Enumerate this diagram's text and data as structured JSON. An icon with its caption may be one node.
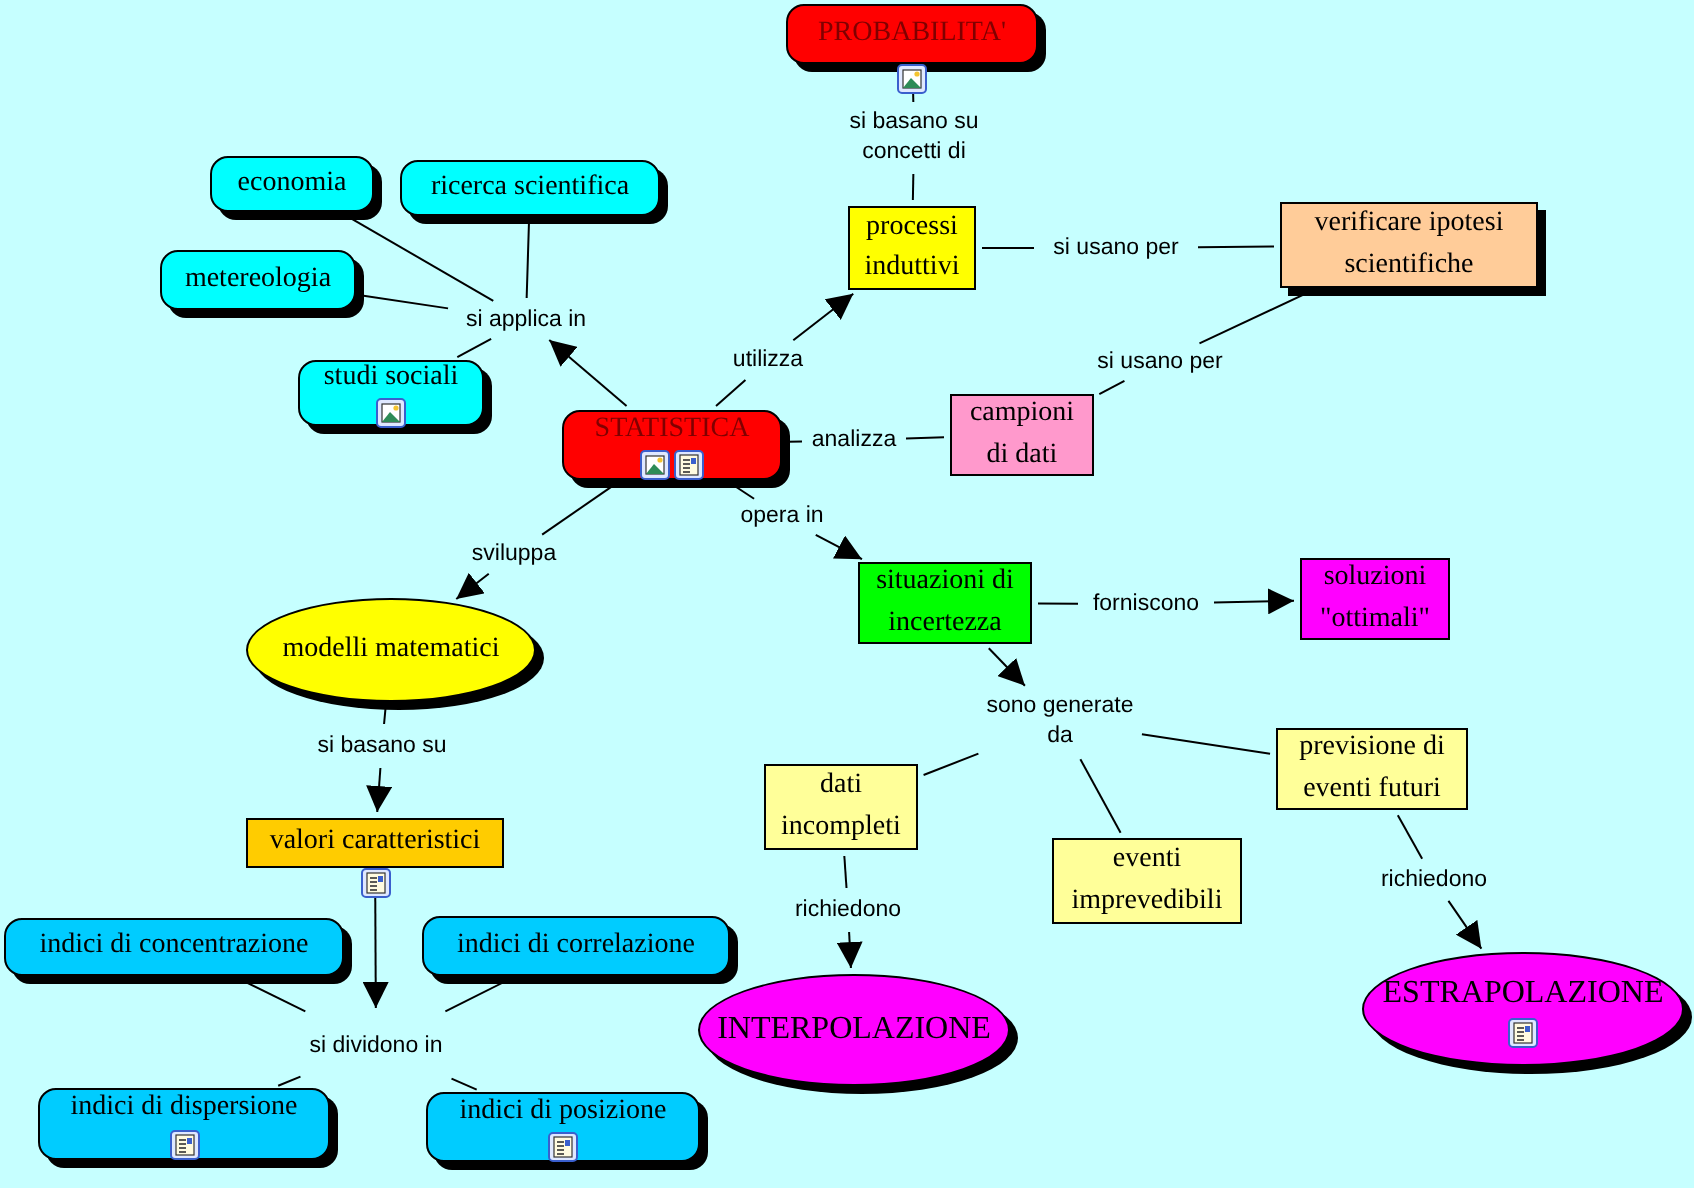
{
  "diagram": {
    "nodes": [
      {
        "text": [
          "STATISTICA"
        ]
      },
      {
        "text": [
          "PROBABILITA'"
        ]
      },
      {
        "text": [
          "economia"
        ]
      },
      {
        "text": [
          "ricerca scientifica"
        ]
      },
      {
        "text": [
          "metereologia"
        ]
      },
      {
        "text": [
          "studi sociali"
        ]
      },
      {
        "text": [
          "si applica in"
        ]
      },
      {
        "text": [
          "utilizza"
        ]
      },
      {
        "text": [
          "processi induttivi"
        ]
      },
      {
        "text": [
          "si basano su concetti di"
        ]
      },
      {
        "text": [
          "si usano per"
        ]
      },
      {
        "text": [
          "verificare ipotesi scientifiche"
        ]
      },
      {
        "text": [
          "si usano per"
        ]
      },
      {
        "text": [
          "campioni di dati"
        ]
      },
      {
        "text": [
          "analizza"
        ]
      },
      {
        "text": [
          "opera in"
        ]
      },
      {
        "text": [
          "situazioni di incertezza"
        ]
      },
      {
        "text": [
          "forniscono"
        ]
      },
      {
        "text": [
          "soluzioni \"ottimali\""
        ]
      },
      {
        "text": [
          "sviluppa"
        ]
      },
      {
        "text": [
          "modelli matematici"
        ]
      },
      {
        "text": [
          "si basano su"
        ]
      },
      {
        "text": [
          "valori caratteristici"
        ]
      },
      {
        "text": [
          "sono generate da"
        ]
      },
      {
        "text": [
          "dati incompleti"
        ]
      },
      {
        "text": [
          "eventi imprevedibili"
        ]
      },
      {
        "text": [
          "previsione di eventi futuri"
        ]
      },
      {
        "text": [
          "richiedono"
        ]
      },
      {
        "text": [
          "INTERPOLAZIONE"
        ]
      },
      {
        "text": [
          "richiedono"
        ]
      },
      {
        "text": [
          "ESTRAPOLAZIONE"
        ]
      },
      {
        "text": [
          "si dividono in"
        ]
      },
      {
        "text": [
          "indici di concentrazione"
        ]
      },
      {
        "text": [
          "indici di correlazione"
        ]
      },
      {
        "text": [
          "indici di dispersione"
        ]
      },
      {
        "text": [
          "indici di posizione"
        ]
      }
    ],
    "edges": [
      {
        "from": 0,
        "to": 6,
        "arrow": "to"
      },
      {
        "from": 6,
        "to": 2,
        "arrow": "none"
      },
      {
        "from": 6,
        "to": 3,
        "arrow": "none"
      },
      {
        "from": 6,
        "to": 4,
        "arrow": "none"
      },
      {
        "from": 6,
        "to": 5,
        "arrow": "none"
      },
      {
        "from": 0,
        "to": 7,
        "arrow": "none"
      },
      {
        "from": 7,
        "to": 8,
        "arrow": "to"
      },
      {
        "from": 8,
        "to": 9,
        "arrow": "none"
      },
      {
        "from": 9,
        "to": 1,
        "arrow": "none"
      },
      {
        "from": 8,
        "to": 10,
        "arrow": "none"
      },
      {
        "from": 10,
        "to": 11,
        "arrow": "none"
      },
      {
        "from": 13,
        "to": 12,
        "arrow": "none"
      },
      {
        "from": 12,
        "to": 11,
        "arrow": "none"
      },
      {
        "from": 0,
        "to": 14,
        "arrow": "none"
      },
      {
        "from": 14,
        "to": 13,
        "arrow": "none"
      },
      {
        "from": 0,
        "to": 15,
        "arrow": "none"
      },
      {
        "from": 15,
        "to": 16,
        "arrow": "to"
      },
      {
        "from": 16,
        "to": 17,
        "arrow": "none"
      },
      {
        "from": 17,
        "to": 18,
        "arrow": "to"
      },
      {
        "from": 16,
        "to": 23,
        "arrow": "to"
      },
      {
        "from": 23,
        "to": 24,
        "arrow": "none"
      },
      {
        "from": 23,
        "to": 25,
        "arrow": "none"
      },
      {
        "from": 23,
        "to": 26,
        "arrow": "none"
      },
      {
        "from": 24,
        "to": 27,
        "arrow": "none"
      },
      {
        "from": 27,
        "to": 28,
        "arrow": "to"
      },
      {
        "from": 26,
        "to": 29,
        "arrow": "none"
      },
      {
        "from": 29,
        "to": 30,
        "arrow": "to"
      },
      {
        "from": 0,
        "to": 19,
        "arrow": "none"
      },
      {
        "from": 19,
        "to": 20,
        "arrow": "to"
      },
      {
        "from": 20,
        "to": 21,
        "arrow": "none"
      },
      {
        "from": 21,
        "to": 22,
        "arrow": "to"
      },
      {
        "from": 22,
        "to": 31,
        "arrow": "to"
      },
      {
        "from": 31,
        "to": 32,
        "arrow": "none"
      },
      {
        "from": 31,
        "to": 33,
        "arrow": "none"
      },
      {
        "from": 31,
        "to": 34,
        "arrow": "none"
      },
      {
        "from": 31,
        "to": 35,
        "arrow": "none"
      }
    ]
  }
}
